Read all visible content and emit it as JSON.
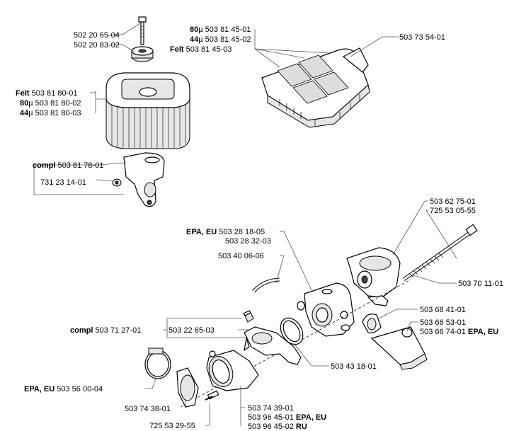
{
  "labels": {
    "screw_1": "502 20 65-04",
    "screw_2": "502 20 83-02",
    "cover_80": "80",
    "cover_80_unit": "µ",
    "cover_80_num": "503 81 45-01",
    "cover_44": "44",
    "cover_44_unit": "µ",
    "cover_44_num": "503 81 45-02",
    "cover_felt": "Felt",
    "cover_felt_num": "503 81 45-03",
    "cover_part": "503 73 54-01",
    "filter_felt": "Felt",
    "filter_felt_num": "503 81 80-01",
    "filter_80": "80",
    "filter_80_unit": "µ",
    "filter_80_num": "503 81 80-02",
    "filter_44": "44",
    "filter_44_unit": "µ",
    "filter_44_num": "503 81 80-03",
    "housing_compl": "compl",
    "housing_compl_num": "503 81 78-01",
    "housing_nut": "731 23 14-01",
    "rod_1": "503 62 75-01",
    "rod_2": "725 53 05-55",
    "carb_epa": "EPA, EU",
    "carb_epa_num": "503 28 18-05",
    "carb_2": "503 28 32-03",
    "hose": "503 40 06-06",
    "rod_3": "503 70 11-01",
    "clip": "503 68 41-01",
    "bracket_1": "503 66 53-01",
    "bracket_2_num": "503 66 74-01",
    "bracket_2_epa": "EPA, EU",
    "compl2": "compl",
    "compl2_num": "503 71 27-01",
    "boot_part": "503 22 65-03",
    "ring": "503 43 18-01",
    "clamp_epa": "EPA, EU",
    "clamp_num": "503 56 00-04",
    "flange": "503 74 38-01",
    "bolt": "725 53 29-55",
    "manifold_1": "503 74 39-01",
    "manifold_2_num": "503 96 45-01",
    "manifold_2_epa": "EPA, EU",
    "manifold_3_num": "503 96 45-02",
    "manifold_3_ru": "RU"
  }
}
